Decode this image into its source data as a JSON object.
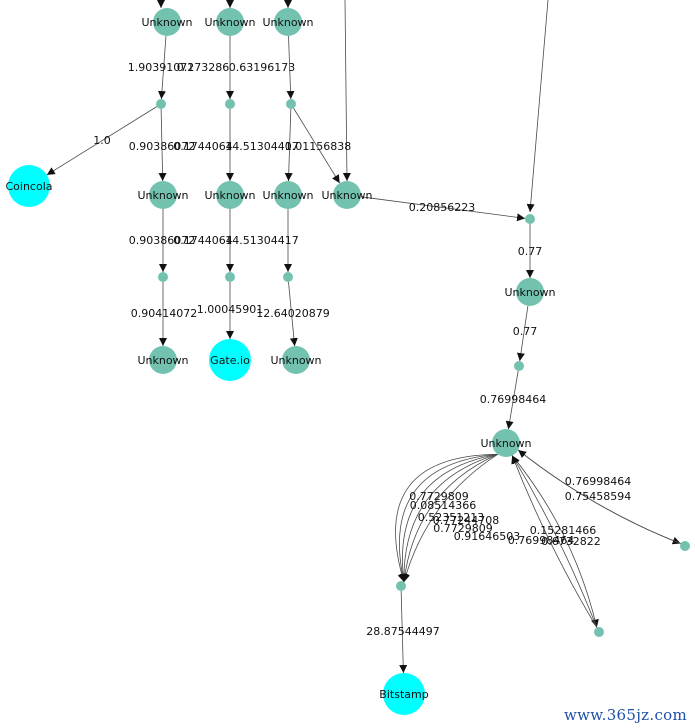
{
  "graph": {
    "colors": {
      "unknown": "#73c2b0",
      "exchange": "#00ffff",
      "edge": "#4a4a4a"
    },
    "nodes": [
      {
        "id": "u_top1",
        "kind": "unknown",
        "label": "Unknown"
      },
      {
        "id": "u_top2",
        "kind": "unknown",
        "label": "Unknown"
      },
      {
        "id": "u_top3",
        "kind": "unknown",
        "label": "Unknown"
      },
      {
        "id": "t1",
        "kind": "tx",
        "label": ""
      },
      {
        "id": "t2",
        "kind": "tx",
        "label": ""
      },
      {
        "id": "t3",
        "kind": "tx",
        "label": ""
      },
      {
        "id": "coincola",
        "kind": "exchange",
        "label": "Coincola"
      },
      {
        "id": "u_mid1",
        "kind": "unknown",
        "label": "Unknown"
      },
      {
        "id": "u_mid2",
        "kind": "unknown",
        "label": "Unknown"
      },
      {
        "id": "u_mid3",
        "kind": "unknown",
        "label": "Unknown"
      },
      {
        "id": "u_mid4",
        "kind": "unknown",
        "label": "Unknown"
      },
      {
        "id": "t4",
        "kind": "tx",
        "label": ""
      },
      {
        "id": "t5",
        "kind": "tx",
        "label": ""
      },
      {
        "id": "t6",
        "kind": "tx",
        "label": ""
      },
      {
        "id": "t7",
        "kind": "tx",
        "label": ""
      },
      {
        "id": "u_bot1",
        "kind": "unknown",
        "label": "Unknown"
      },
      {
        "id": "gateio",
        "kind": "exchange",
        "label": "Gate.io"
      },
      {
        "id": "u_bot3",
        "kind": "unknown",
        "label": "Unknown"
      },
      {
        "id": "u_right1",
        "kind": "unknown",
        "label": "Unknown"
      },
      {
        "id": "t8",
        "kind": "tx",
        "label": ""
      },
      {
        "id": "u_hub",
        "kind": "unknown",
        "label": "Unknown"
      },
      {
        "id": "t9",
        "kind": "tx",
        "label": ""
      },
      {
        "id": "t10",
        "kind": "tx",
        "label": ""
      },
      {
        "id": "t11",
        "kind": "tx",
        "label": ""
      },
      {
        "id": "bitstamp",
        "kind": "exchange",
        "label": "Bitstamp"
      }
    ],
    "edges": [
      {
        "from": "u_top1",
        "to": "t1",
        "label": "1.90391072"
      },
      {
        "from": "u_top2",
        "to": "t2",
        "label": "0.173286"
      },
      {
        "from": "u_top3",
        "to": "t3",
        "label": "0.63196173"
      },
      {
        "from": "t1",
        "to": "coincola",
        "label": "1.0"
      },
      {
        "from": "t1",
        "to": "u_mid1",
        "label": "0.90386072"
      },
      {
        "from": "t2",
        "to": "u_mid2",
        "label": "0.1744064"
      },
      {
        "from": "t3",
        "to": "u_mid3",
        "label": "14.51304417"
      },
      {
        "from": "t3",
        "to": "u_mid4",
        "label": "0.01156838"
      },
      {
        "from": "u_mid1",
        "to": "t4",
        "label": "0.90386072"
      },
      {
        "from": "u_mid2",
        "to": "t5",
        "label": "0.1744064"
      },
      {
        "from": "u_mid3",
        "to": "t6",
        "label": "14.51304417"
      },
      {
        "from": "t4",
        "to": "u_bot1",
        "label": "0.90414072"
      },
      {
        "from": "t5",
        "to": "gateio",
        "label": "1.00045901"
      },
      {
        "from": "t6",
        "to": "u_bot3",
        "label": "12.64020879"
      },
      {
        "from": "u_mid4",
        "to": "t7",
        "label": "0.20856223"
      },
      {
        "from": "t7",
        "to": "u_right1",
        "label": "0.77"
      },
      {
        "from": "u_right1",
        "to": "t8",
        "label": "0.77"
      },
      {
        "from": "t8",
        "to": "u_hub",
        "label": "0.76998464"
      },
      {
        "from": "u_hub",
        "to": "t9",
        "label": "0.7729809"
      },
      {
        "from": "u_hub",
        "to": "t9",
        "label": "0.08514366"
      },
      {
        "from": "u_hub",
        "to": "t9",
        "label": "0.52351213"
      },
      {
        "from": "u_hub",
        "to": "t9",
        "label": "0.77244708"
      },
      {
        "from": "u_hub",
        "to": "t9",
        "label": "0.7729809"
      },
      {
        "from": "u_hub",
        "to": "t9",
        "label": "0.91646503"
      },
      {
        "from": "u_hub",
        "to": "t10",
        "label": "0.15281466"
      },
      {
        "from": "t10",
        "to": "u_hub",
        "label": "0.76998464"
      },
      {
        "from": "t10",
        "to": "u_hub",
        "label": "0.6732822"
      },
      {
        "from": "u_hub",
        "to": "t11",
        "label": "0.76998464"
      },
      {
        "from": "t11",
        "to": "u_hub",
        "label": "0.75458594"
      },
      {
        "from": "t9",
        "to": "bitstamp",
        "label": "28.87544497"
      }
    ]
  },
  "watermark": "www.365jz.com"
}
